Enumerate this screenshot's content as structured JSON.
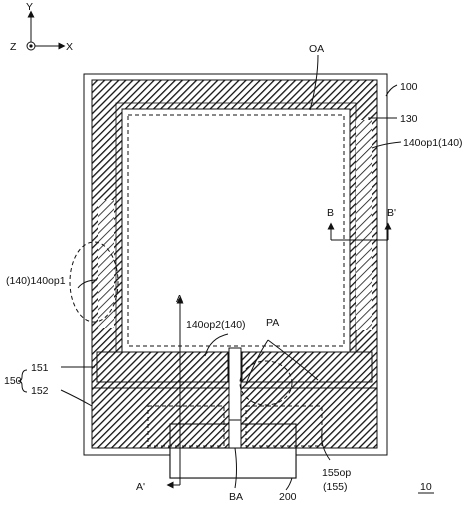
{
  "axes": {
    "y_label": "Y",
    "z_label": "Z",
    "x_label": "X"
  },
  "labels": {
    "oa": "OA",
    "ref_100": "100",
    "ref_130": "130",
    "ref_140op1_right": "140op1(140)",
    "b": "B",
    "b_prime": "B'",
    "ref_140op1_left": "(140)140op1",
    "a": "A",
    "ref_140op2": "140op2(140)",
    "pa": "PA",
    "ref_151": "151",
    "ref_150": "150",
    "ref_152": "152",
    "a_prime": "A'",
    "ba": "BA",
    "ref_200": "200",
    "ref_155op": "155op",
    "ref_155": "(155)",
    "ref_10": "10"
  },
  "colors": {
    "line": "#111111",
    "hatch": "#111111",
    "background": "#ffffff"
  }
}
